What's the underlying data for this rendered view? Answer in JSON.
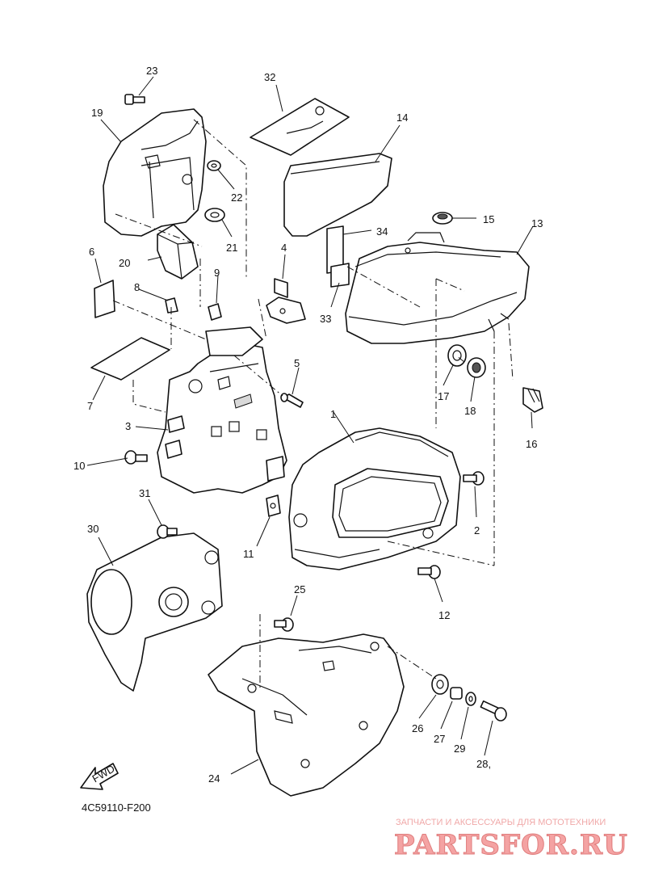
{
  "diagram": {
    "code": "4C59110-F200",
    "direction_label": "FWD",
    "callouts": [
      {
        "id": "1",
        "label": "1"
      },
      {
        "id": "2",
        "label": "2"
      },
      {
        "id": "3",
        "label": "3"
      },
      {
        "id": "4",
        "label": "4"
      },
      {
        "id": "5",
        "label": "5"
      },
      {
        "id": "6",
        "label": "6"
      },
      {
        "id": "7",
        "label": "7"
      },
      {
        "id": "8",
        "label": "8"
      },
      {
        "id": "9",
        "label": "9"
      },
      {
        "id": "10",
        "label": "10"
      },
      {
        "id": "11",
        "label": "11"
      },
      {
        "id": "12",
        "label": "12"
      },
      {
        "id": "13",
        "label": "13"
      },
      {
        "id": "14",
        "label": "14"
      },
      {
        "id": "15",
        "label": "15"
      },
      {
        "id": "16",
        "label": "16"
      },
      {
        "id": "17",
        "label": "17"
      },
      {
        "id": "18",
        "label": "18"
      },
      {
        "id": "19",
        "label": "19"
      },
      {
        "id": "20",
        "label": "20"
      },
      {
        "id": "21",
        "label": "21"
      },
      {
        "id": "22",
        "label": "22"
      },
      {
        "id": "23",
        "label": "23"
      },
      {
        "id": "24",
        "label": "24"
      },
      {
        "id": "25",
        "label": "25"
      },
      {
        "id": "26",
        "label": "26"
      },
      {
        "id": "27",
        "label": "27"
      },
      {
        "id": "28",
        "label": "28,"
      },
      {
        "id": "29",
        "label": "29"
      },
      {
        "id": "30",
        "label": "30"
      },
      {
        "id": "31",
        "label": "31"
      },
      {
        "id": "32",
        "label": "32"
      },
      {
        "id": "33",
        "label": "33"
      },
      {
        "id": "34",
        "label": "34"
      }
    ]
  },
  "watermark": {
    "tagline": "ЗАПЧАСТИ И АКСЕССУАРЫ ДЛЯ МОТОТЕХНИКИ",
    "brand": "PARTSFOR.RU"
  }
}
